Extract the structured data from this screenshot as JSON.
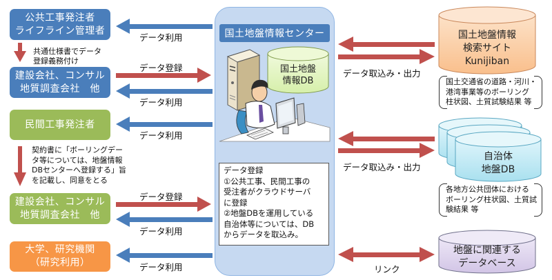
{
  "colors": {
    "blue_box": "#4a7ebb",
    "green_box": "#9bbb59",
    "orange_box": "#f79646",
    "arrow_blue": "#4a7ebb",
    "arrow_red": "#c0504d",
    "center_panel": "#c6d9f1",
    "db_kunijiban": "#fcd5b4",
    "db_local": "#c4ecf6",
    "db_related": "#e2d8f0",
    "db_center": "#e6f5c8"
  },
  "left": {
    "public_orderer": {
      "line1": "公共工事発注者",
      "line2": "ライフライン管理者"
    },
    "note1": {
      "line1": "共通仕様書でデータ",
      "line2": "登録義務付け"
    },
    "contractor_public": {
      "line1": "建設会社、コンサル",
      "line2": "地質調査会社　他"
    },
    "private_orderer": {
      "line1": "民間工事発注者"
    },
    "note2": {
      "line1": "契約書に「ボーリングデー",
      "line2": "タ等については、地盤情報",
      "line3": "DBセンターへ登録する」旨",
      "line4": "を記載し、同意をとる"
    },
    "contractor_private": {
      "line1": "建設会社、コンサル",
      "line2": "地質調査会社　他"
    },
    "university": {
      "line1": "大学、研究機関",
      "line2": "（研究利用）"
    }
  },
  "arrows_left": {
    "use1": "データ利用",
    "register1": "データ登録",
    "use2": "データ利用",
    "use3": "データ利用",
    "register2": "データ登録",
    "use4": "データ利用",
    "use5": "データ利用"
  },
  "center": {
    "title": "国土地盤情報センター",
    "db": {
      "line1": "国土地盤",
      "line2": "情報DB"
    },
    "registration": {
      "heading": "データ登録",
      "lines": [
        "①公共工事、民間工事の",
        "受注者がクラウドサーバ",
        "に登録",
        "②地盤DBを運用している",
        "自治体等については、DB",
        "からデータを取込み。"
      ]
    }
  },
  "arrows_right": {
    "io1": "データ取込み・出力",
    "io2": "データ取込み・出力",
    "link": "リンク"
  },
  "right": {
    "kunijiban": {
      "line1": "国土地盤情報",
      "line2": "検索サイト",
      "line3": "Kunijiban",
      "note": [
        "国土交通省の道路・河川・",
        "港湾事業等のボーリング",
        "柱状図、土質試験結果 等"
      ]
    },
    "local_db": {
      "line1": "自治体",
      "line2": "地盤DB",
      "note": [
        "各地方公共団体における",
        "ボーリング柱状図、土質試",
        "験結果 等"
      ]
    },
    "related_db": {
      "line1": "地盤に関連する",
      "line2": "データベース"
    }
  }
}
